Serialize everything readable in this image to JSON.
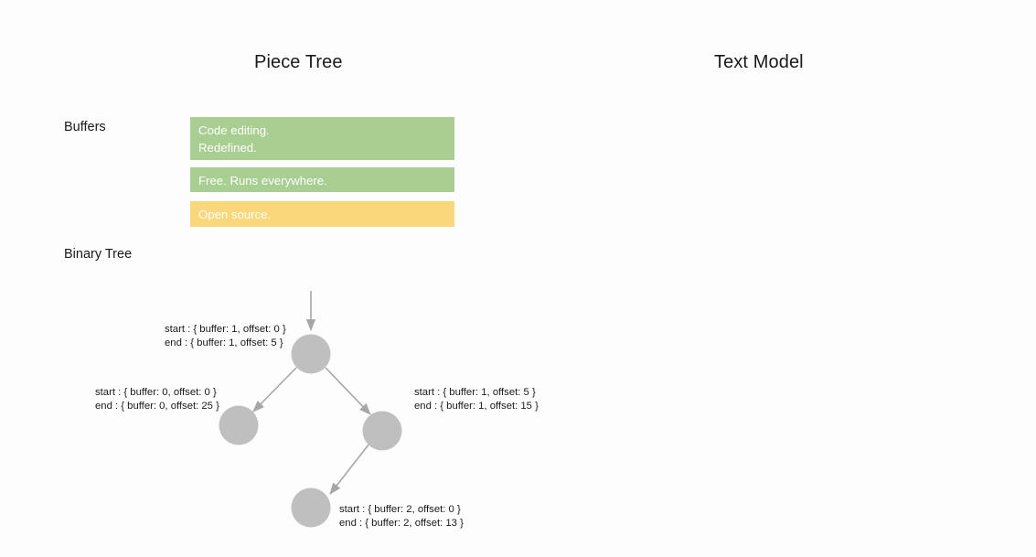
{
  "columns": {
    "piece_tree_title": "Piece Tree",
    "text_model_title": "Text Model"
  },
  "sections": {
    "buffers_label": "Buffers",
    "binary_tree_label": "Binary Tree"
  },
  "buffers": [
    {
      "text": "Code editing.\nRedefined.",
      "color": "#a9ce92"
    },
    {
      "text": "Free. Runs everywhere.",
      "color": "#a9ce92"
    },
    {
      "text": "Open source.",
      "color": "#fad77a"
    }
  ],
  "binary_tree": {
    "node_color": "#bfbfbf",
    "edge_color": "#a6a6a6",
    "nodes": [
      {
        "id": "root",
        "start": "start : { buffer: 1, offset: 0 }",
        "end": "end : { buffer: 1, offset: 5 }",
        "label": "start : { buffer: 1, offset: 0 }\nend : { buffer: 1, offset: 5 }"
      },
      {
        "id": "left",
        "start": "start : { buffer: 0, offset: 0 }",
        "end": "end : { buffer: 0, offset: 25 }",
        "label": "start : { buffer: 0, offset: 0 }\nend : { buffer: 0, offset: 25 }"
      },
      {
        "id": "right",
        "start": "start : { buffer: 1, offset: 5 }",
        "end": "end : { buffer: 1, offset: 15 }",
        "label": "start : { buffer: 1, offset: 5 }\nend : { buffer: 1, offset: 15 }"
      },
      {
        "id": "bottom",
        "start": "start : { buffer: 2, offset: 0 }",
        "end": "end : { buffer: 2, offset: 13 }",
        "label": "start : { buffer: 2, offset: 0 }\nend : { buffer: 2, offset: 13 }"
      }
    ]
  }
}
